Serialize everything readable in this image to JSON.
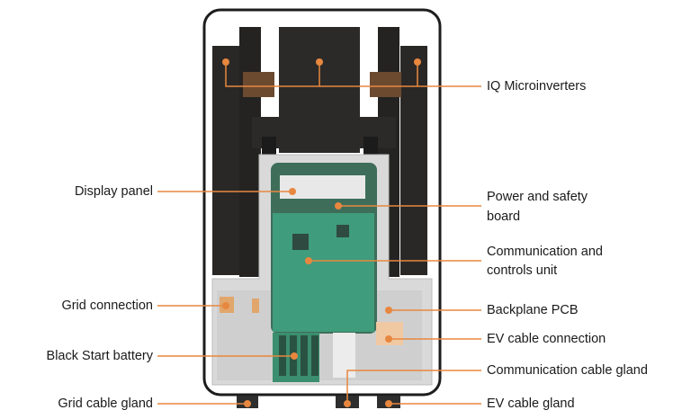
{
  "accent_color": "#e8873f",
  "labels_left": {
    "display_panel": "Display panel",
    "grid_connection": "Grid connection",
    "black_start_battery": "Black Start battery",
    "grid_cable_gland": "Grid cable gland"
  },
  "labels_right": {
    "iq_microinverters": "IQ Microinverters",
    "power_safety_board_line1": "Power and safety",
    "power_safety_board_line2": "board",
    "comm_controls_line1": "Communication and",
    "comm_controls_line2": "controls unit",
    "backplane_pcb": "Backplane PCB",
    "ev_cable_connection": "EV cable connection",
    "comm_cable_gland": "Communication cable gland",
    "ev_cable_gland": "EV cable gland"
  }
}
